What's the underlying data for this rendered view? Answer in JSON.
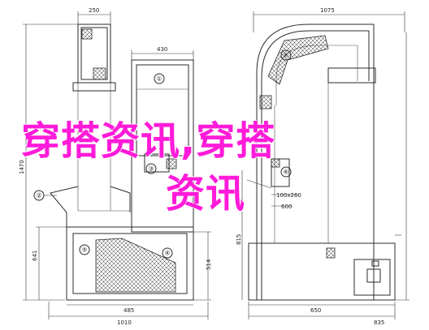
{
  "dimensions": {
    "top_width_left": "250",
    "top_width_mid": "430",
    "top_width_right": "1075",
    "height_left": "1470",
    "height_lower_left": "641",
    "height_lower_mid": "514",
    "height_right": "815",
    "bottom_left_inner": "485",
    "bottom_left_total": "1010",
    "bottom_right_inner": "650",
    "bottom_right_total": "835",
    "port_size": "100x260",
    "port_offset": "600"
  },
  "callouts": [
    "①",
    "②",
    "③",
    "④",
    "⑤",
    "⑥"
  ],
  "overlay": {
    "line1": "穿搭资讯,穿搭",
    "line2": "资讯"
  },
  "colors": {
    "overlay_text": "#ff1bd9",
    "line": "#2b2b2b"
  }
}
